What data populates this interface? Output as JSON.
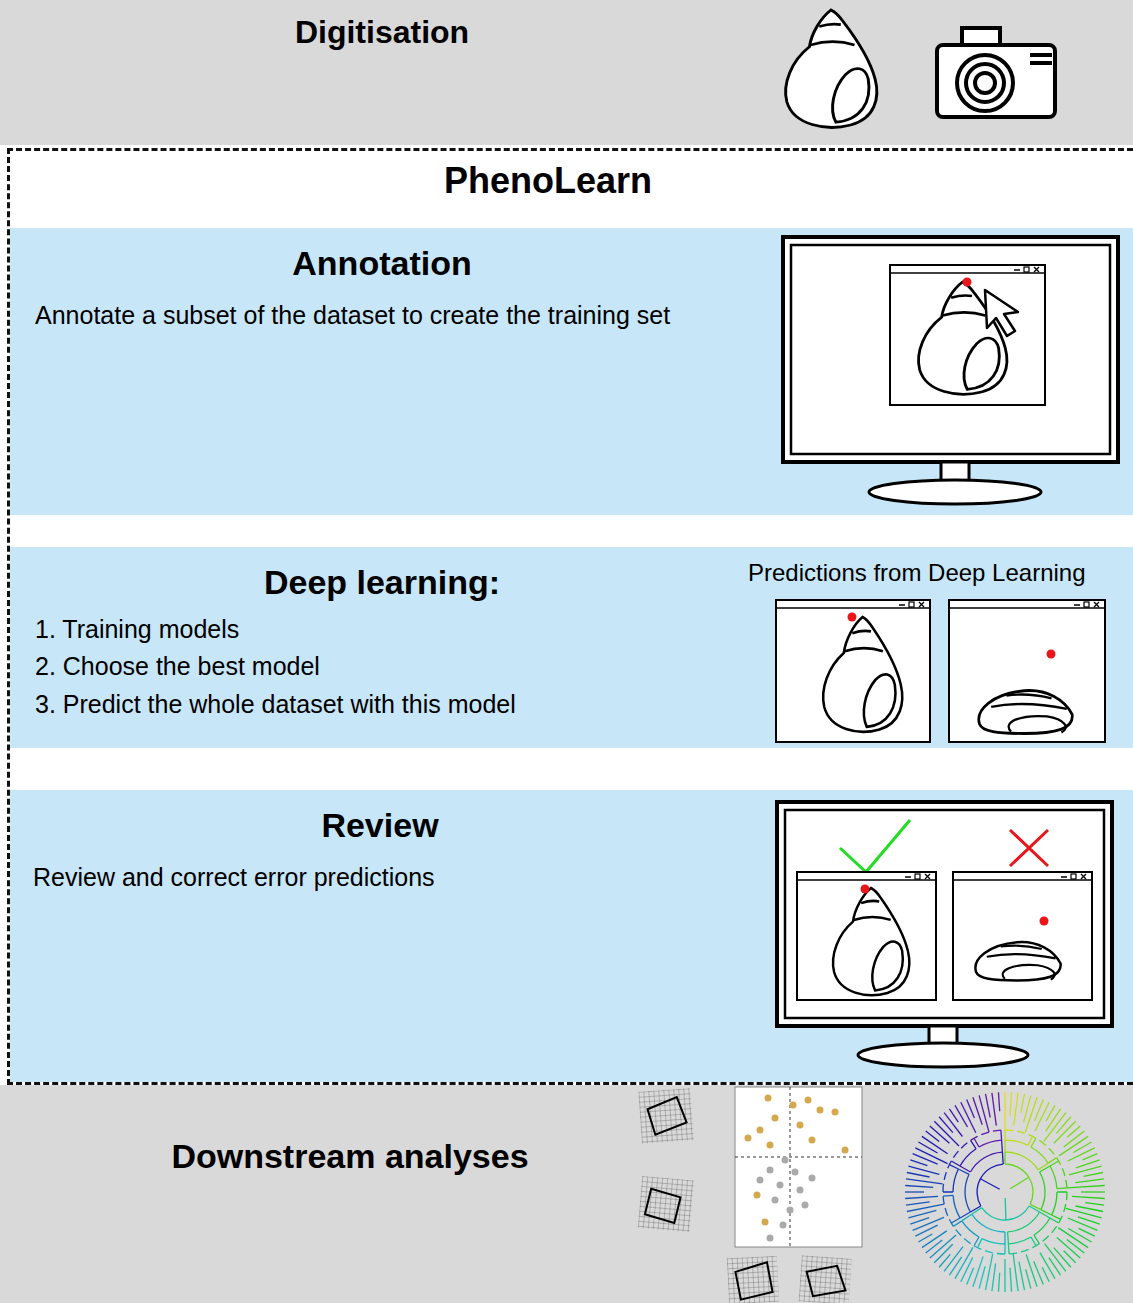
{
  "diagram": {
    "nodes": [
      {
        "text": [
          "Digitisation"
        ]
      },
      {
        "text": [
          "PhenoLearn"
        ]
      },
      {
        "text": [
          "Annotation",
          "Annotate a subset of the dataset to create the training set"
        ],
        "in": 1
      },
      {
        "text": [
          "Deep learning:",
          "1. Training models",
          "2. Choose the best model",
          "3. Predict the whole dataset with this model"
        ],
        "in": 1
      },
      {
        "text": [
          "Review",
          "Review and correct error predictions"
        ],
        "in": 1
      },
      {
        "text": [
          "Downstream analyses"
        ]
      }
    ],
    "labels": [
      "Predictions from Deep Learning"
    ]
  }
}
